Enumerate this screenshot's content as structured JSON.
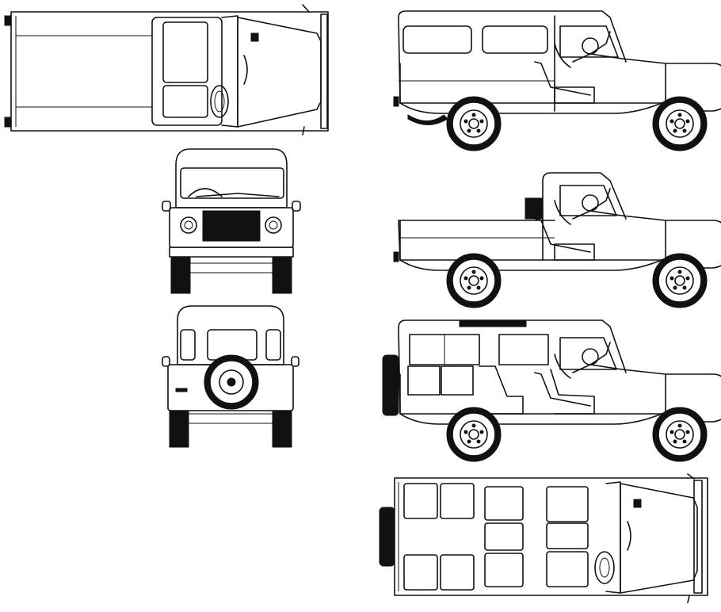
{
  "sheet": {
    "colors": {
      "ink": "#111111",
      "paper": "#ffffff"
    },
    "views": [
      "top-view-pickup",
      "side-view-hardtop",
      "front-view",
      "side-view-pickup",
      "rear-view",
      "side-view-station-wagon",
      "top-view-station-wagon"
    ]
  }
}
